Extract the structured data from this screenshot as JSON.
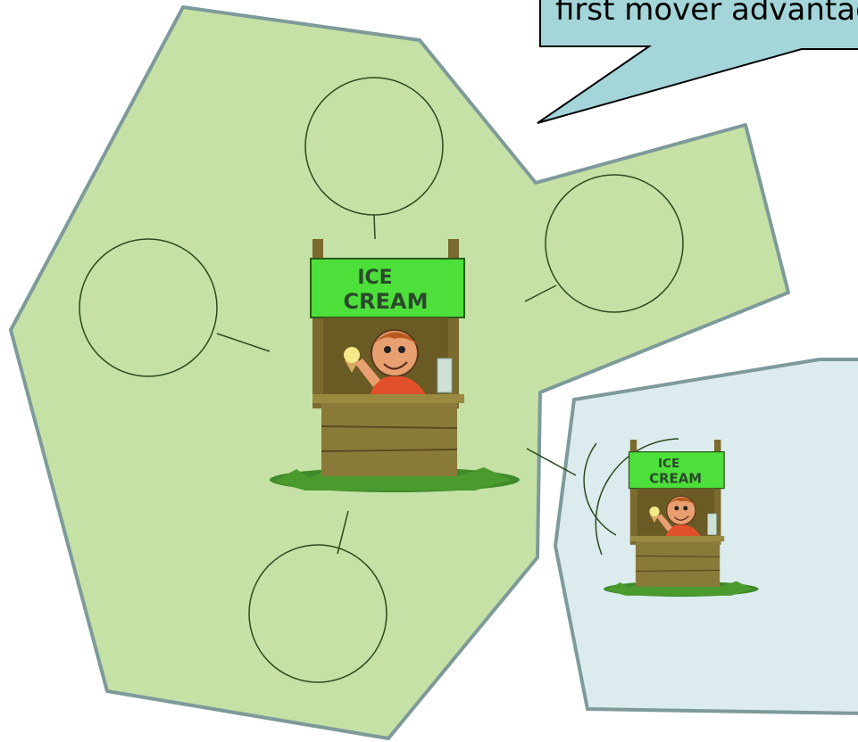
{
  "callout": {
    "text": "first mover advantage"
  },
  "main_stand": {
    "sign_line1": "ICE",
    "sign_line2": "CREAM"
  },
  "rival_stand": {
    "sign_line1": "ICE",
    "sign_line2": "CREAM"
  },
  "colors": {
    "territory_fill": "#c5e1a5",
    "territory_stroke": "#7e9a9a",
    "rival_fill": "#dcebed",
    "callout_fill": "#a3d5d9",
    "sign_green": "#4ddf3a",
    "wood": "#8a7a3a",
    "grass": "#3f8a2a"
  }
}
